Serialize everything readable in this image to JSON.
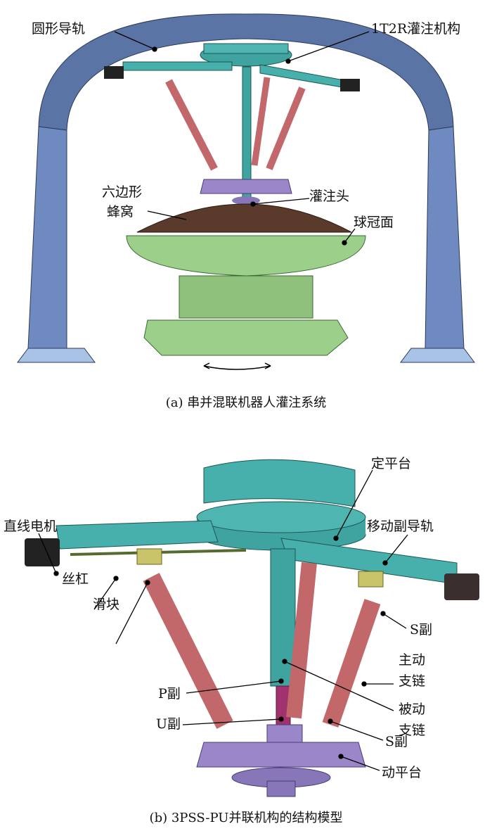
{
  "panel_a": {
    "caption": "(a) 串并混联机器人灌注系统",
    "labels": {
      "circular_guide": "圆形导轨",
      "mechanism": "1T2R灌注机构",
      "hex_line1": "六边形",
      "hex_line2": "蜂窝",
      "nozzle": "灌注头",
      "spherical_cap": "球冠面"
    }
  },
  "panel_b": {
    "caption": "(b) 3PSS-PU并联机构的结构模型",
    "labels": {
      "fixed_platform": "定平台",
      "prismatic_guide": "移动副导轨",
      "linear_motor": "直线电机",
      "lead_screw": "丝杠",
      "slider": "滑块",
      "s_joint_top": "S副",
      "active_line1": "主动",
      "active_line2": "支链",
      "passive_line1": "被动",
      "passive_line2": "支链",
      "p_joint": "P副",
      "u_joint": "U副",
      "s_joint_bottom": "S副",
      "moving_platform": "动平台"
    }
  },
  "colors": {
    "arch": "#5b74a6",
    "teal": "#3fa3a0",
    "rod": "#c2676a",
    "purple": "#9a86c8",
    "green": "#9ccf8a",
    "honeycomb": "#5a3a2a"
  }
}
